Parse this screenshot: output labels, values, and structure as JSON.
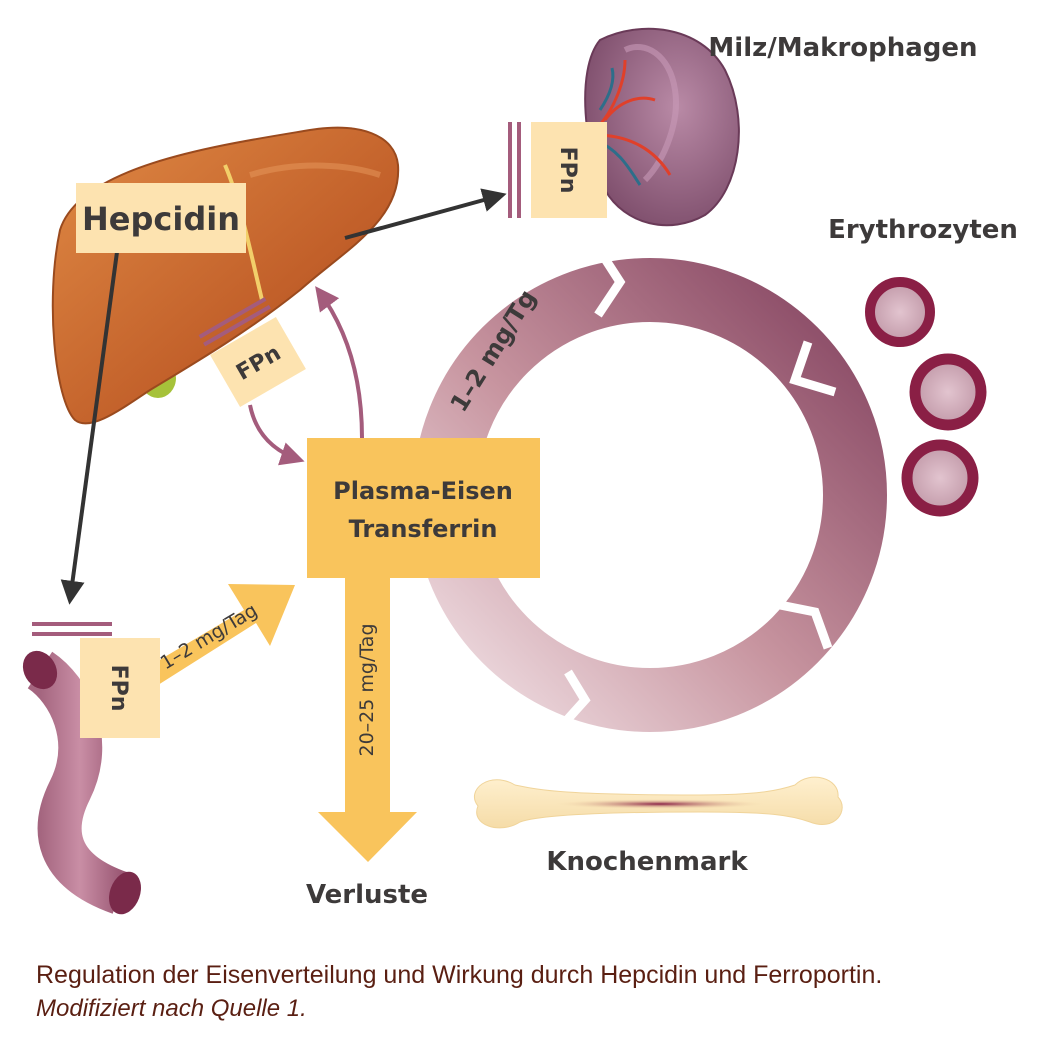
{
  "labels": {
    "spleen": "Milz/Makrophagen",
    "erythrocytes": "Erythrozyten",
    "bone_marrow": "Knochenmark",
    "losses": "Verluste",
    "hepcidin": "Hepcidin",
    "plasma_line1": "Plasma-Eisen",
    "plasma_line2": "Transferrin"
  },
  "ferroportin": {
    "liver": "FPn",
    "spleen": "FPn",
    "intestine": "FPn"
  },
  "rates": {
    "erythro_cycle": "1–2 mg/Tg",
    "intestine_uptake": "1–2 mg/Tag",
    "losses": "20–25 mg/Tag"
  },
  "caption": {
    "main": "Regulation der Eisenverteilung und Wirkung durch Hepcidin und Ferroportin.",
    "source": "Modifiziert nach Quelle 1."
  },
  "colors": {
    "hepcidin_box": "#fde3b0",
    "plasma_box": "#f9c45c",
    "cycle_dark": "#8e4a64",
    "cycle_light": "#e9cfd5",
    "liver": "#c8642a",
    "erythrocyte": "#8a1f45",
    "caption_text": "#5a1f12"
  }
}
